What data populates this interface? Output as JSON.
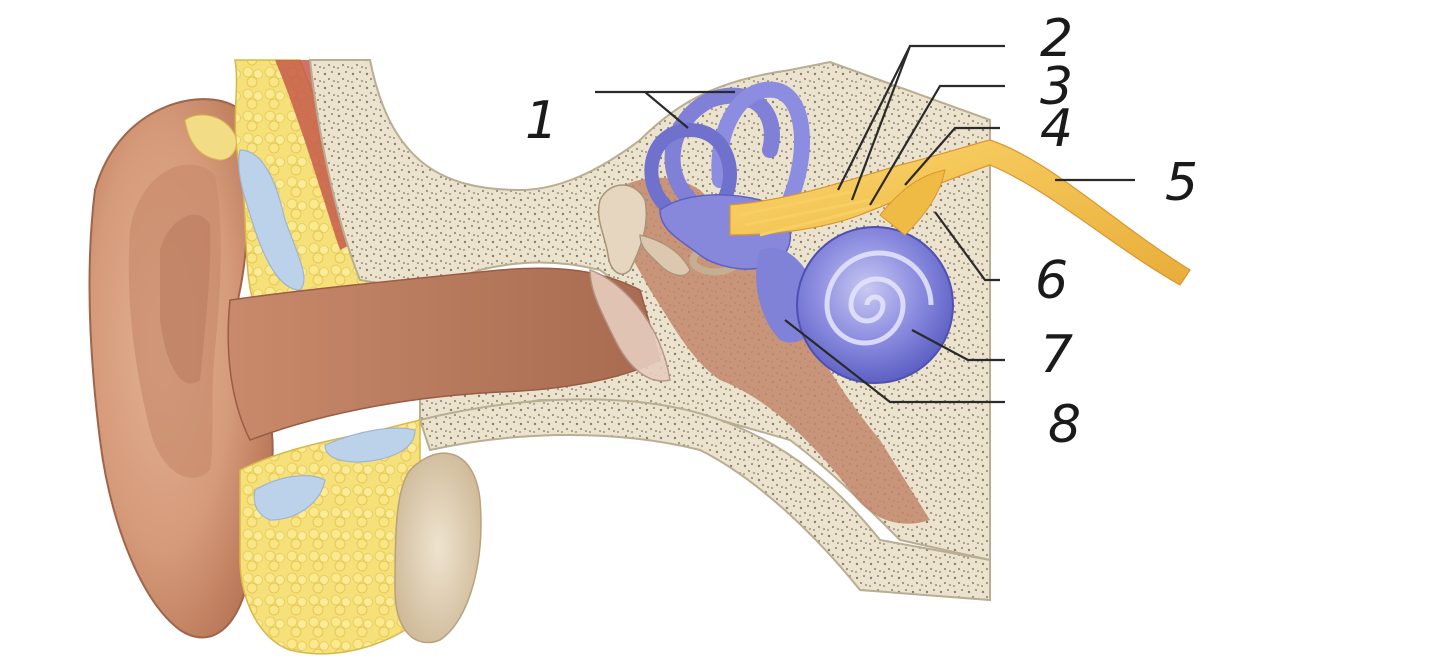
{
  "labels": [
    {
      "id": "1",
      "text": "1"
    },
    {
      "id": "2",
      "text": "2"
    },
    {
      "id": "3",
      "text": "3"
    },
    {
      "id": "4",
      "text": "4"
    },
    {
      "id": "5",
      "text": "5"
    },
    {
      "id": "6",
      "text": "6"
    },
    {
      "id": "7",
      "text": "7"
    },
    {
      "id": "8",
      "text": "8"
    }
  ]
}
